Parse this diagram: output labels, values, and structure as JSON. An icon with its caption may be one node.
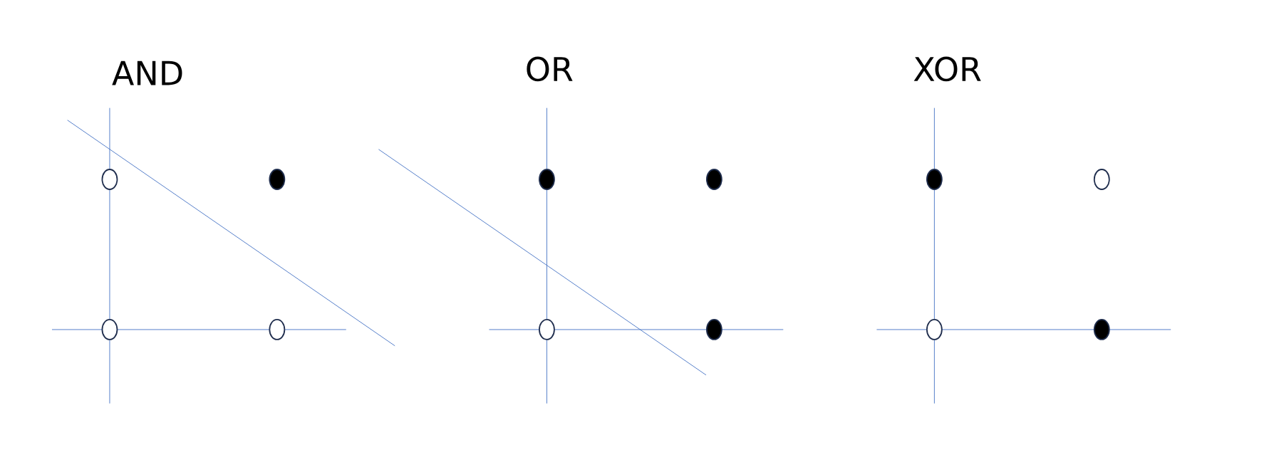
{
  "diagram": {
    "labels": [
      "AND",
      "OR",
      "XOR"
    ]
  }
}
